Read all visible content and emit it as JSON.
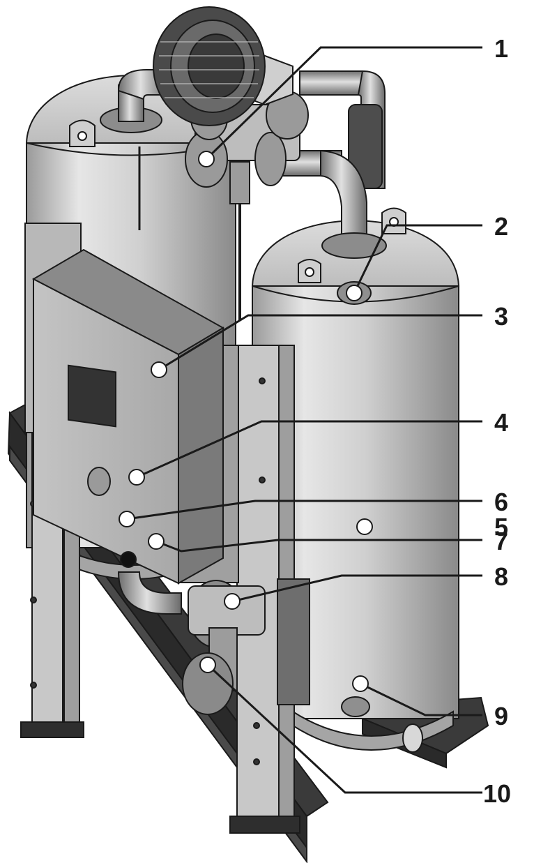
{
  "figure": {
    "callouts": [
      {
        "label": "1"
      },
      {
        "label": "2"
      },
      {
        "label": "3"
      },
      {
        "label": "4"
      },
      {
        "label": "5"
      },
      {
        "label": "6"
      },
      {
        "label": "7"
      },
      {
        "label": "8"
      },
      {
        "label": "9"
      },
      {
        "label": "10"
      }
    ]
  }
}
